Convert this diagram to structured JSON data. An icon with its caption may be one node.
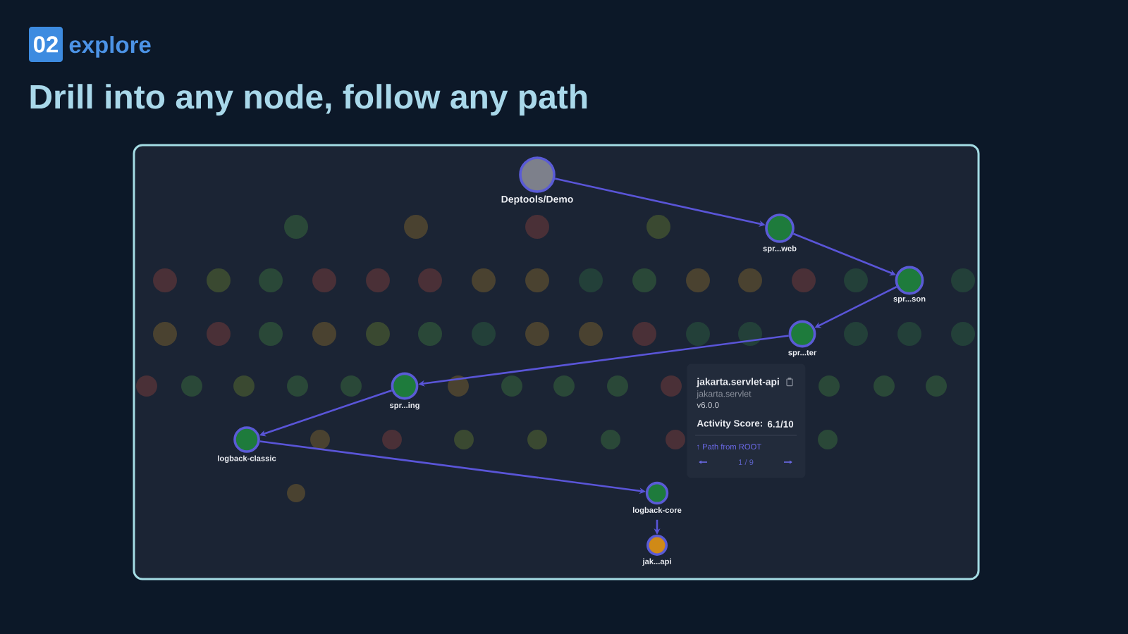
{
  "diagram": {
    "title": "Drill into any node, follow any path",
    "nodes": [
      {
        "text": [
          "02"
        ],
        "beside": [
          "explore"
        ]
      },
      {
        "text": [],
        "shape": "box"
      },
      {
        "text": [
          "Deptools/Demo"
        ],
        "in": 1
      },
      {
        "text": [
          "spr...web"
        ],
        "in": 1
      },
      {
        "text": [
          "spr...son"
        ],
        "in": 1
      },
      {
        "text": [
          "spr...ter"
        ],
        "in": 1
      },
      {
        "text": [
          "jakarta.servlet-api",
          "jakarta.servlet",
          "v6.0.0",
          "Activity Score:",
          "6.1/10",
          "↑ Path from ROOT",
          "1 / 9"
        ],
        "in": 1
      },
      {
        "text": [
          "spr...ing"
        ],
        "in": 1
      },
      {
        "text": [
          "logback-classic"
        ],
        "in": 1
      },
      {
        "text": [
          "logback-core"
        ],
        "in": 1
      },
      {
        "text": [
          "jak...api"
        ],
        "in": 1
      },
      {
        "text": [],
        "shape": "circle",
        "in": 1
      },
      {
        "text": [],
        "shape": "circle",
        "in": 1
      },
      {
        "text": [],
        "shape": "circle",
        "in": 1
      },
      {
        "text": [],
        "shape": "circle",
        "in": 1
      },
      {
        "text": [],
        "shape": "circle",
        "in": 1
      },
      {
        "text": [],
        "shape": "circle",
        "in": 1
      },
      {
        "text": [],
        "shape": "circle",
        "in": 1
      },
      {
        "text": [],
        "shape": "circle",
        "in": 1
      },
      {
        "text": [],
        "shape": "circle",
        "in": 1
      },
      {
        "text": [],
        "shape": "circle",
        "in": 1
      },
      {
        "text": [],
        "shape": "circle",
        "in": 1
      },
      {
        "text": [],
        "shape": "circle",
        "in": 1
      },
      {
        "text": [],
        "shape": "circle",
        "in": 1
      },
      {
        "text": [],
        "shape": "circle",
        "in": 1
      },
      {
        "text": [],
        "shape": "circle",
        "in": 1
      },
      {
        "text": [],
        "shape": "circle",
        "in": 1
      },
      {
        "text": [],
        "shape": "circle",
        "in": 1
      },
      {
        "text": [],
        "shape": "circle",
        "in": 1
      },
      {
        "text": [],
        "shape": "circle",
        "in": 1
      },
      {
        "text": [],
        "shape": "circle",
        "in": 1
      },
      {
        "text": [],
        "shape": "circle",
        "in": 1
      },
      {
        "text": [],
        "shape": "circle",
        "in": 1
      },
      {
        "text": [],
        "shape": "circle",
        "in": 1
      },
      {
        "text": [],
        "shape": "circle",
        "in": 1
      },
      {
        "text": [],
        "shape": "circle",
        "in": 1
      },
      {
        "text": [],
        "shape": "circle",
        "in": 1
      },
      {
        "text": [],
        "shape": "circle",
        "in": 1
      },
      {
        "text": [],
        "shape": "circle",
        "in": 1
      },
      {
        "text": [],
        "shape": "circle",
        "in": 1
      },
      {
        "text": [],
        "shape": "circle",
        "in": 1
      },
      {
        "text": [],
        "shape": "circle",
        "in": 1
      },
      {
        "text": [],
        "shape": "circle",
        "in": 1
      },
      {
        "text": [],
        "shape": "circle",
        "in": 1
      },
      {
        "text": [],
        "shape": "circle",
        "in": 1
      },
      {
        "text": [],
        "shape": "circle",
        "in": 1
      },
      {
        "text": [],
        "shape": "circle",
        "in": 1
      },
      {
        "text": [],
        "shape": "circle",
        "in": 1
      },
      {
        "text": [],
        "shape": "circle",
        "in": 1
      },
      {
        "text": [],
        "shape": "circle",
        "in": 1
      },
      {
        "text": [],
        "shape": "circle",
        "in": 1
      },
      {
        "text": [],
        "shape": "circle",
        "in": 1
      },
      {
        "text": [],
        "shape": "circle",
        "in": 1
      },
      {
        "text": [],
        "shape": "circle",
        "in": 1
      },
      {
        "text": [],
        "shape": "circle",
        "in": 1
      },
      {
        "text": [],
        "shape": "circle",
        "in": 1
      },
      {
        "text": [],
        "shape": "circle",
        "in": 1
      },
      {
        "text": [],
        "shape": "circle",
        "in": 1
      },
      {
        "text": [],
        "shape": "circle",
        "in": 1
      },
      {
        "text": [],
        "shape": "circle",
        "in": 1
      },
      {
        "text": [],
        "shape": "circle",
        "in": 1
      },
      {
        "text": [],
        "shape": "circle",
        "in": 1
      },
      {
        "text": [],
        "shape": "circle",
        "in": 1
      },
      {
        "text": [],
        "shape": "circle",
        "in": 1
      },
      {
        "text": [],
        "shape": "circle",
        "in": 1
      },
      {
        "text": [],
        "shape": "circle",
        "in": 1
      }
    ],
    "edges": [
      {
        "from": 2,
        "to": 3,
        "arrow": "to"
      },
      {
        "from": 3,
        "to": 4,
        "arrow": "to"
      },
      {
        "from": 4,
        "to": 5,
        "arrow": "to"
      },
      {
        "from": 5,
        "to": 7,
        "arrow": "to"
      },
      {
        "from": 7,
        "to": 8,
        "arrow": "to"
      },
      {
        "from": 8,
        "to": 9,
        "arrow": "to"
      },
      {
        "from": 9,
        "to": 10,
        "arrow": "to"
      }
    ]
  }
}
